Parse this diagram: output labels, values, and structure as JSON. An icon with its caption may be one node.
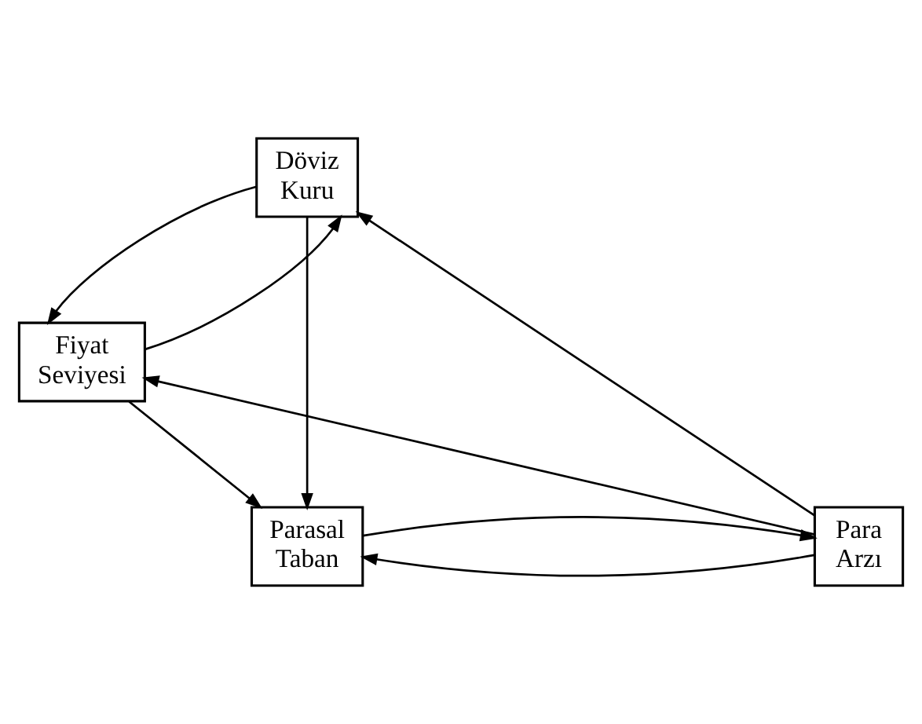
{
  "diagram": {
    "nodes": [
      {
        "text": [
          "Döviz Kuru"
        ]
      },
      {
        "text": [
          "Fiyat Seviyesi"
        ]
      },
      {
        "text": [
          "Parasal Taban"
        ]
      },
      {
        "text": [
          "Para Arzı"
        ]
      }
    ],
    "edges": [
      {
        "from": 0,
        "to": 2,
        "arrow": "to"
      },
      {
        "from": 1,
        "to": 0,
        "arrow": "to"
      },
      {
        "from": 0,
        "to": 1,
        "arrow": "to"
      },
      {
        "from": 1,
        "to": 2,
        "arrow": "to"
      },
      {
        "from": 3,
        "to": 1,
        "arrow": "to"
      },
      {
        "from": 3,
        "to": 0,
        "arrow": "to"
      },
      {
        "from": 3,
        "to": 2,
        "arrow": "to"
      },
      {
        "from": 2,
        "to": 3,
        "arrow": "to"
      }
    ]
  }
}
